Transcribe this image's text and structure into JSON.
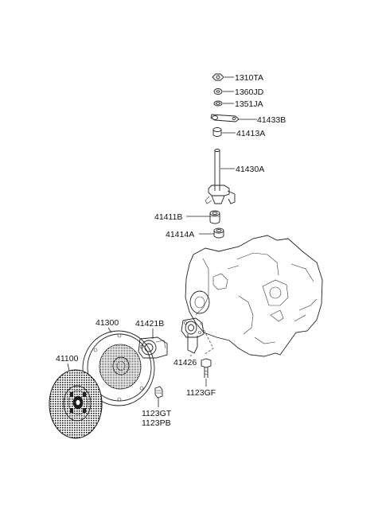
{
  "labels": {
    "p1310TA": "1310TA",
    "p1360JD": "1360JD",
    "p1351JA": "1351JA",
    "p41433B": "41433B",
    "p41413A": "41413A",
    "p41430A": "41430A",
    "p41411B": "41411B",
    "p41414A": "41414A",
    "p41300": "41300",
    "p41421B": "41421B",
    "p41100": "41100",
    "p41426": "41426",
    "p1123GF": "1123GF",
    "p1123GT": "1123GT",
    "p1123PB": "1123PB"
  }
}
